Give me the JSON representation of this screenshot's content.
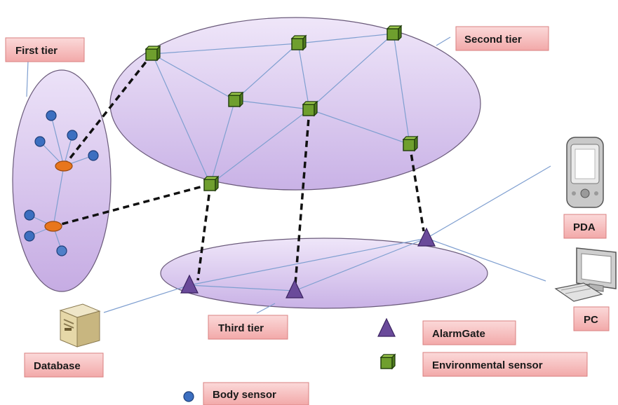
{
  "labels": {
    "first_tier": "First tier",
    "second_tier": "Second tier",
    "third_tier": "Third tier",
    "database": "Database",
    "pda": "PDA",
    "pc": "PC"
  },
  "legend": {
    "alarmgate": "AlarmGate",
    "environmental_sensor": "Environmental sensor",
    "body_sensor": "Body sensor"
  },
  "colors": {
    "label_fill": "#f4b6b6",
    "label_border": "#d98080",
    "tier_ellipse": "#d9c6ef",
    "line": "#7f9fd0",
    "env_sensor": "#6f9f2e",
    "alarmgate": "#6a4a9a",
    "body_sensor": "#3c6fc0",
    "body_hub": "#e8761c"
  }
}
